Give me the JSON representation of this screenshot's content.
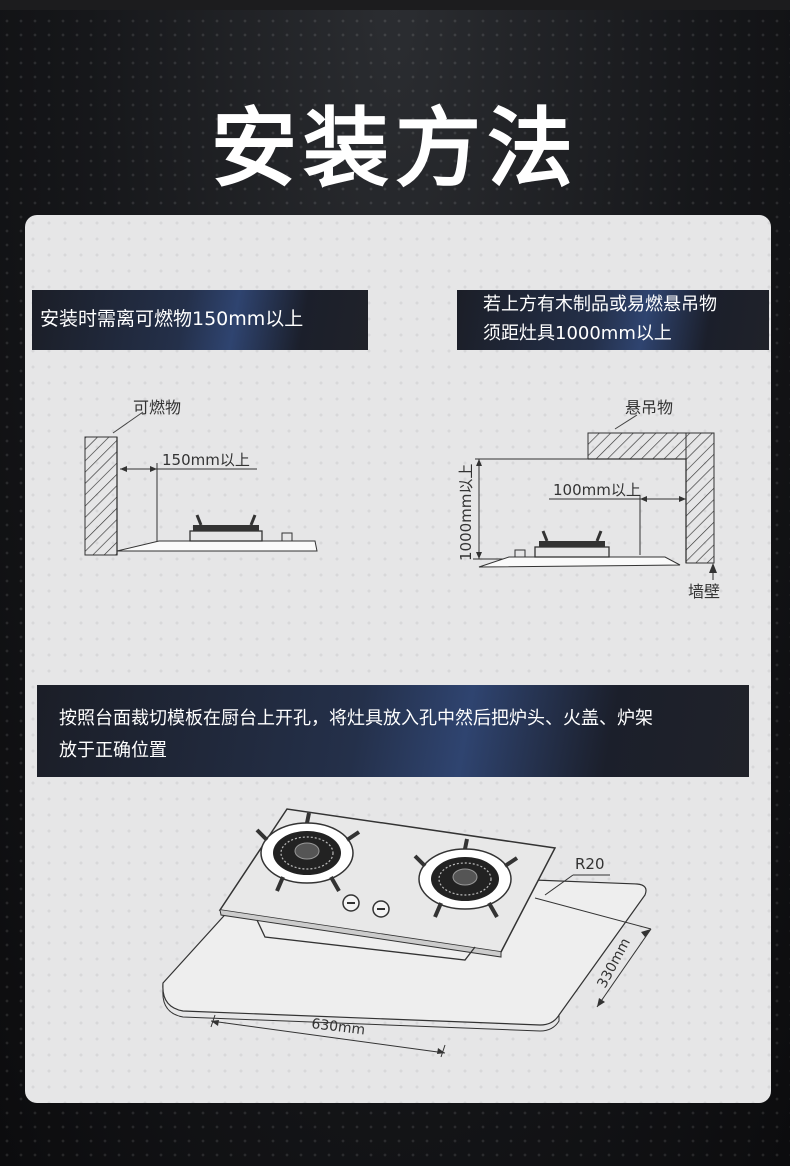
{
  "page": {
    "title": "安装方法"
  },
  "panel_left": {
    "banner": "安装时需离可燃物150mm以上",
    "combustible_label": "可燃物",
    "distance_label": "150mm以上"
  },
  "panel_right": {
    "banner_line1": "若上方有木制品或易燃悬吊物",
    "banner_line2": "须距灶具1000mm以上",
    "hanging_label": "悬吊物",
    "horizontal_label": "100mm以上",
    "vertical_label": "1000mm以上",
    "wall_label": "墙壁"
  },
  "instructions": {
    "line1": "按照台面裁切模板在厨台上开孔，将灶具放入孔中然后把炉头、火盖、炉架",
    "line2": "放于正确位置"
  },
  "cooktop_diagram": {
    "radius_label": "R20",
    "width_label": "630mm",
    "depth_label": "330mm"
  }
}
